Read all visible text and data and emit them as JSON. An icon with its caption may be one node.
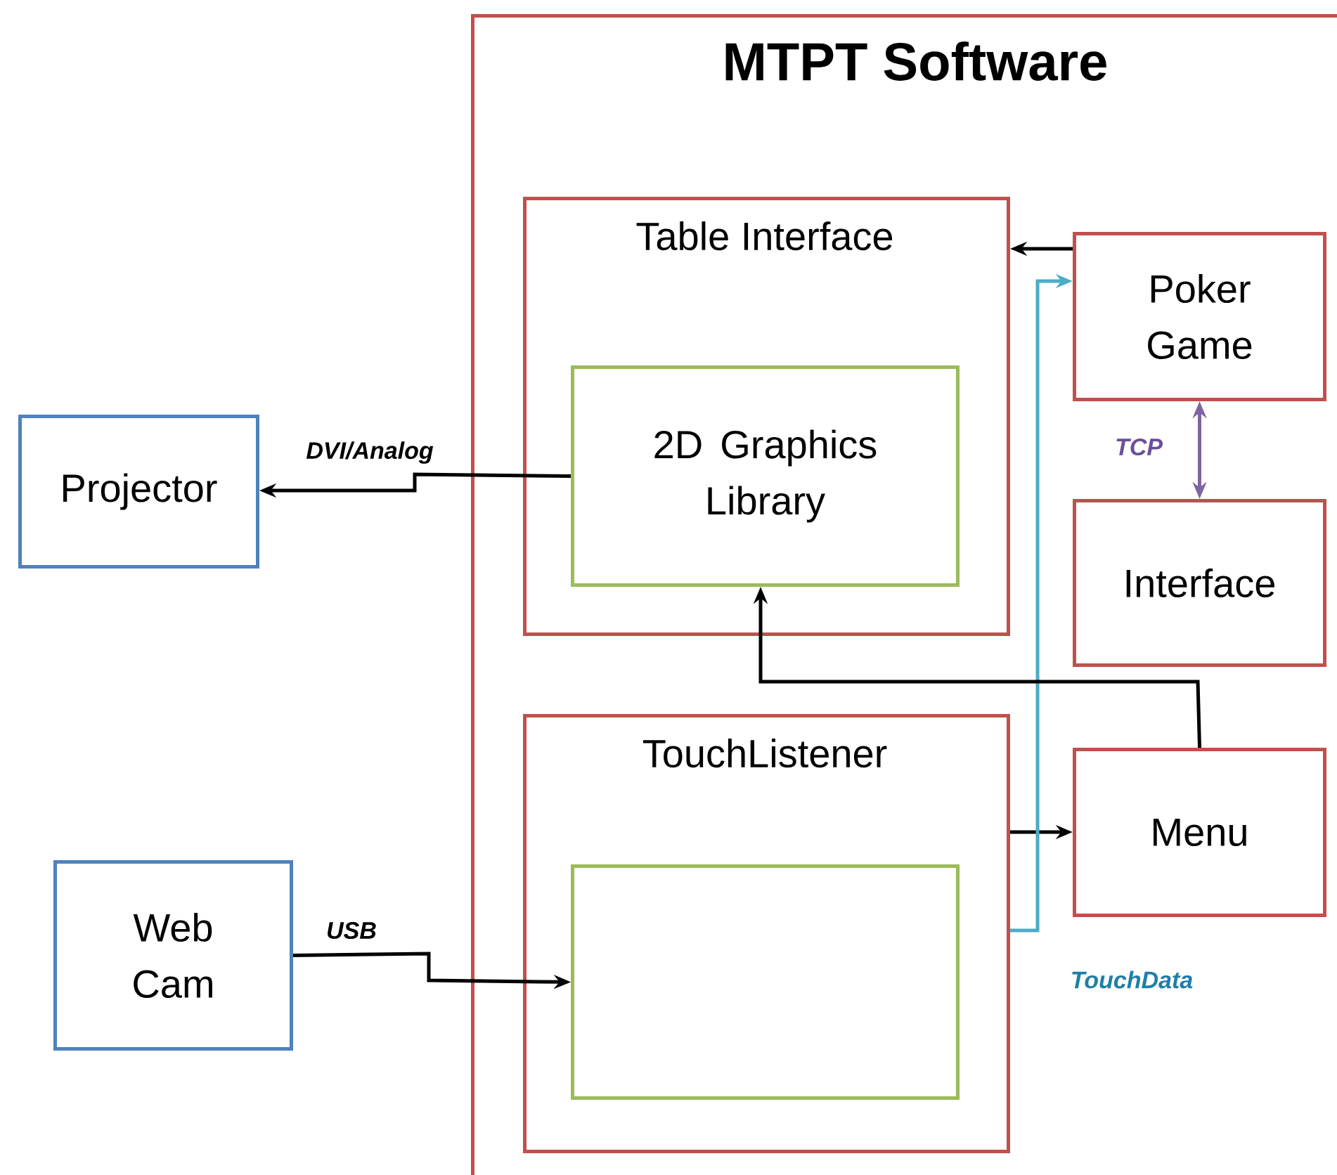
{
  "diagram": {
    "nodes": [
      {
        "text": [
          "MTPT Software"
        ]
      },
      {
        "text": [
          "Table Interface"
        ],
        "in": 0
      },
      {
        "text": [
          "2D Graphics Library"
        ],
        "in": 1
      },
      {
        "text": [
          "TouchListener"
        ],
        "in": 0
      },
      {
        "text": [],
        "shape": "box",
        "in": 3
      },
      {
        "text": [
          "Poker Game"
        ],
        "in": 0
      },
      {
        "text": [
          "Interface"
        ],
        "in": 0
      },
      {
        "text": [
          "Menu"
        ],
        "in": 0
      },
      {
        "text": [
          "Projector"
        ]
      },
      {
        "text": [
          "Web Cam"
        ]
      }
    ],
    "edges": [
      {
        "from": 5,
        "to": 1,
        "arrow": "to"
      },
      {
        "from": 3,
        "to": 7,
        "arrow": "to"
      },
      {
        "from": 3,
        "to": 5,
        "arrow": "to",
        "color": "#4bacc6",
        "label": "TouchData"
      },
      {
        "from": 5,
        "to": 6,
        "arrow": "both",
        "color": "#8064a2",
        "label": "TCP"
      },
      {
        "from": 7,
        "to": 2,
        "arrow": "to"
      },
      {
        "from": 2,
        "to": 8,
        "arrow": "to",
        "label": "DVI/Analog"
      },
      {
        "from": 9,
        "to": 4,
        "arrow": "to",
        "label": "USB"
      }
    ]
  }
}
